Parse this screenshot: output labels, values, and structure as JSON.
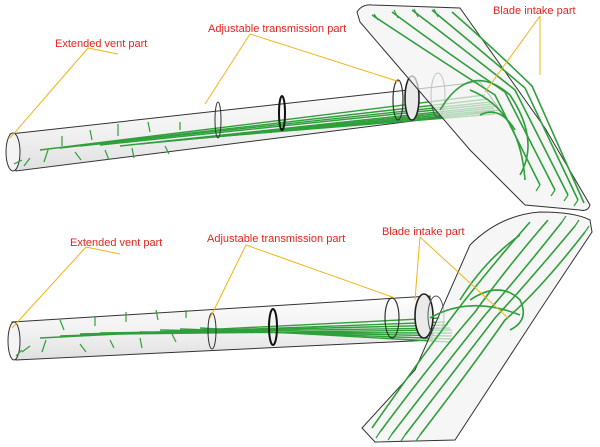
{
  "colors": {
    "label": "#e8231f",
    "leader": "#f2b417",
    "pipe": "#2f9f3a",
    "pipe_fill": "#7ad07f",
    "shell": "#333333"
  },
  "top": {
    "label_vent": "Extended vent part",
    "label_transmission": "Adjustable transmission part",
    "label_blade": "Blade intake part"
  },
  "bottom": {
    "label_vent": "Extended vent part",
    "label_transmission": "Adjustable transmission part",
    "label_blade": "Blade intake part"
  }
}
